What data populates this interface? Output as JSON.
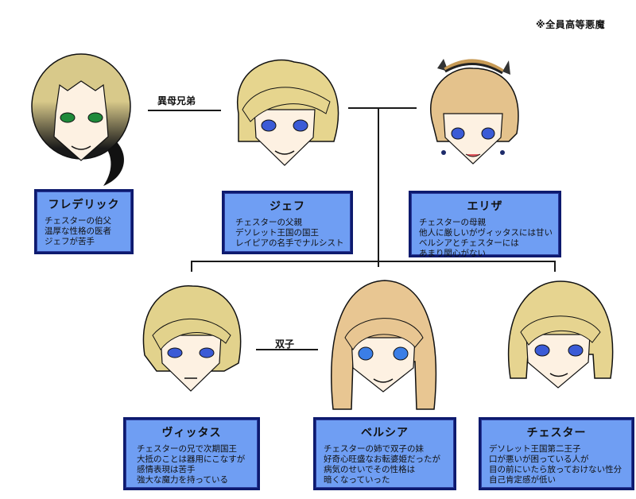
{
  "note": "※全員高等悪魔",
  "relations": {
    "half_brothers": "異母兄弟",
    "twins": "双子"
  },
  "characters": [
    {
      "id": "frederick",
      "name": "フレデリック",
      "lines": [
        "チェスターの伯父",
        "温厚な性格の医者",
        "ジェフが苦手"
      ],
      "hair": "#d8c98a",
      "hair_dark": "#1a1a1a",
      "eye": "#1f8a3a"
    },
    {
      "id": "jeff",
      "name": "ジェフ",
      "lines": [
        "チェスターの父親",
        "デソレット王国の国王",
        "レイピアの名手でナルシスト"
      ],
      "hair": "#e6d58e",
      "eye": "#3b5bd6"
    },
    {
      "id": "eliza",
      "name": "エリザ",
      "lines": [
        "チェスターの母親",
        "他人に厳しいがヴィッタスには甘い",
        "ベルシアとチェスターには",
        "あまり関心がない"
      ],
      "hair": "#e4c28c",
      "eye": "#3b5bd6"
    },
    {
      "id": "vittas",
      "name": "ヴィッタス",
      "lines": [
        "チェスターの兄で次期国王",
        "大抵のことは器用にこなすが",
        "感情表現は苦手",
        "強大な魔力を持っている"
      ],
      "hair": "#e2d28c",
      "eye": "#3b5bd6"
    },
    {
      "id": "bersia",
      "name": "ベルシア",
      "lines": [
        "チェスターの姉で双子の妹",
        "好奇心旺盛なお転婆姫だったが",
        "病気のせいでその性格は",
        "暗くなっていった"
      ],
      "hair": "#e8c692",
      "eye": "#3b7ee6"
    },
    {
      "id": "chester",
      "name": "チェスター",
      "lines": [
        "デソレット王国第二王子",
        "口が悪いが困っている人が",
        "目の前にいたら放っておけない性分",
        "自己肯定感が低い"
      ],
      "hair": "#e6d490",
      "eye": "#3b5bd6"
    }
  ],
  "colors": {
    "card_bg": "#6f9ef3",
    "card_border": "#0d1a6e",
    "skin": "#fdf1e2",
    "line": "#1a1a1a"
  }
}
